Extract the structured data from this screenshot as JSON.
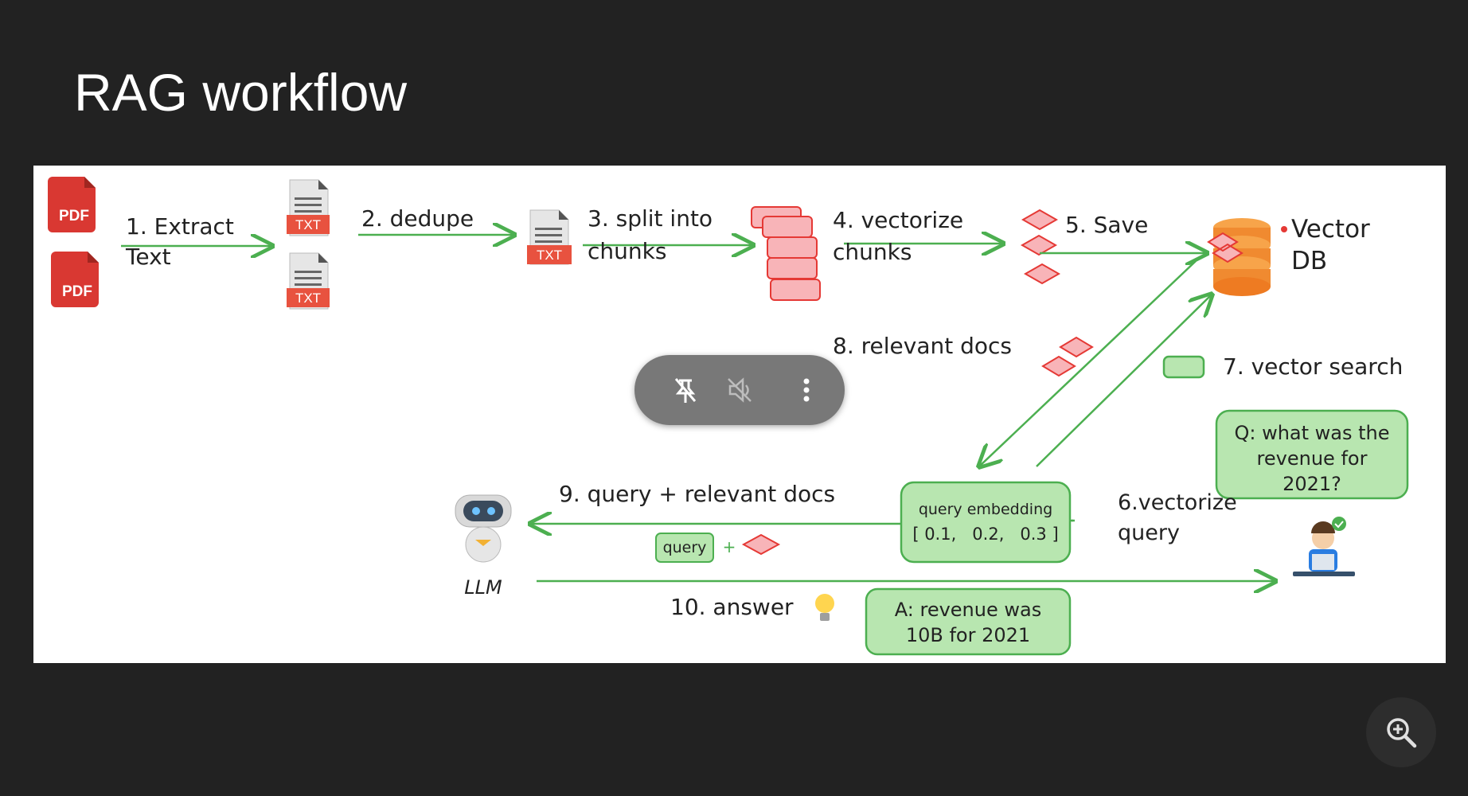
{
  "slide": {
    "title": "RAG workflow"
  },
  "diagram": {
    "files": {
      "pdf": "PDF",
      "txt": "TXT"
    },
    "steps": {
      "s1a": "1. Extract",
      "s1b": "Text",
      "s2": "2. dedupe",
      "s3a": "3. split into",
      "s3b": "chunks",
      "s4a": "4. vectorize",
      "s4b": "chunks",
      "s5": "5. Save",
      "s6a": "6.vectorize",
      "s6b": "query",
      "s7": "7. vector search",
      "s8": "8. relevant docs",
      "s9": "9. query + relevant docs",
      "s10": "10. answer"
    },
    "db": {
      "l1": "Vector",
      "l2": "DB"
    },
    "llm": "LLM",
    "embedding": {
      "title": "query embedding",
      "values": "[ 0.1,   0.2,   0.3 ]"
    },
    "query_chip": "query",
    "plus": "+",
    "question": {
      "l1": "Q: what was the",
      "l2": "revenue for",
      "l3": "2021?"
    },
    "answer": {
      "l1": "A: revenue was",
      "l2": "10B for 2021"
    },
    "colors": {
      "green": "#4caf50",
      "box_fill": "#b8e6b0",
      "red": "#e53935",
      "pink": "#f8b4b8"
    }
  },
  "controls": {
    "pin_icon": "unpin-icon",
    "mute_icon": "volume-off-icon",
    "more_icon": "more-vertical-icon",
    "zoom_icon": "zoom-in-icon"
  }
}
